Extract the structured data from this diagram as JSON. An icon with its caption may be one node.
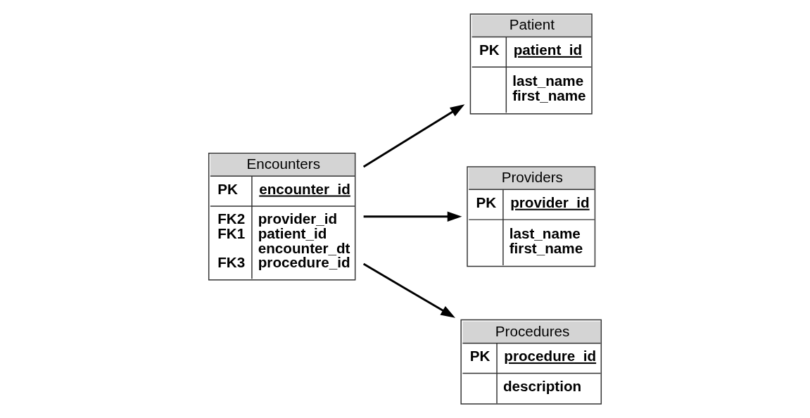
{
  "diagram": {
    "nodes": [
      {
        "text": [
          "Patient",
          "PK",
          "patient_id",
          "last_name",
          "first_name"
        ]
      },
      {
        "text": [
          "Providers",
          "PK",
          "provider_id",
          "last_name",
          "first_name"
        ]
      },
      {
        "text": [
          "Encounters",
          "PK",
          "encounter_id",
          "FK2",
          "provider_id",
          "FK1",
          "patient_id",
          "encounter_dt",
          "FK3",
          "procedure_id"
        ]
      },
      {
        "text": [
          "Procedures",
          "PK",
          "procedure_id",
          "description"
        ]
      }
    ],
    "edges": [
      {
        "from": 2,
        "to": 0,
        "arrow": "to"
      },
      {
        "from": 2,
        "to": 1,
        "arrow": "to"
      },
      {
        "from": 2,
        "to": 3,
        "arrow": "to"
      }
    ]
  }
}
